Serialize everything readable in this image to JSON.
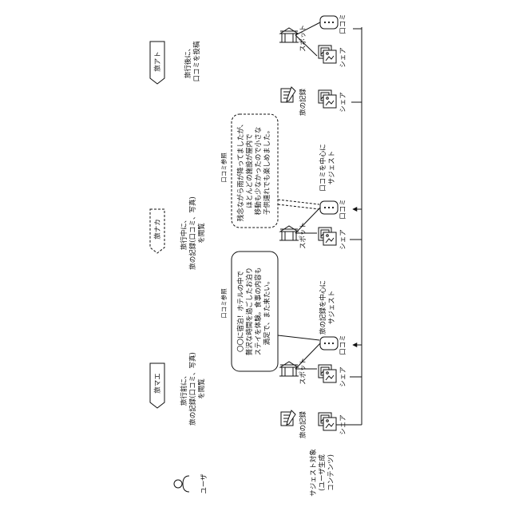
{
  "phases": {
    "before": {
      "label": "旅マエ",
      "desc_lines": [
        "旅行前に、",
        "旅の記録(口コミ、写真)",
        "を閲覧"
      ]
    },
    "during": {
      "label": "旅ナカ",
      "desc_lines": [
        "旅行中に、",
        "旅の記録(口コミ、写真)",
        "を閲覧"
      ]
    },
    "after": {
      "label": "旅アト",
      "desc_lines": [
        "旅行後に、",
        "口コミを投稿"
      ]
    }
  },
  "user": {
    "label": "ユーザ"
  },
  "row_label_lines": [
    "サジェスト対象",
    "(ユーザ生成",
    "コンテンツ)"
  ],
  "item_labels": {
    "record": "旅の記録",
    "spot": "スポット",
    "review": "口コミ",
    "share": "シェア"
  },
  "review_ref": "口コミ参照",
  "suggest": {
    "by_record": [
      "旅の記録を中心に",
      "サジェスト"
    ],
    "by_review": [
      "口コミを中心に",
      "サジェスト"
    ]
  },
  "bubbles": {
    "before": [
      "〇〇に宿泊！ホテルの中で",
      "贅沢な時間を過ごしたお泊り",
      "ステイを体験。食事の内容も",
      "満足で、また来たい。"
    ],
    "during": [
      "残念ながら雨が降ってましたが、",
      "ほとんどの施設が屋内で",
      "移動も少なかったので小さな",
      "子供連れでも楽しめました。"
    ]
  }
}
